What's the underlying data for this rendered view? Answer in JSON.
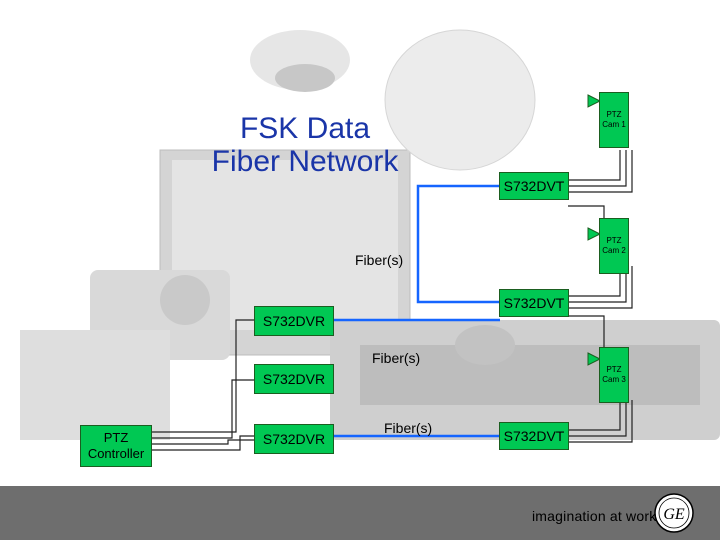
{
  "title": "FSK Data\nFiber Network",
  "fiber_label": "Fiber(s)",
  "dvr_label": "S732DVR",
  "dvt_label": "S732DVT",
  "controller_label": "PTZ\nController",
  "cameras": [
    "PTZ\nCam 1",
    "PTZ\nCam 2",
    "PTZ\nCam 3"
  ],
  "footer": {
    "tagline": "imagination at work",
    "logo_text": "GE"
  },
  "colors": {
    "box": "#00c853",
    "fiber": "#1565ff",
    "title": "#1a35a8"
  }
}
